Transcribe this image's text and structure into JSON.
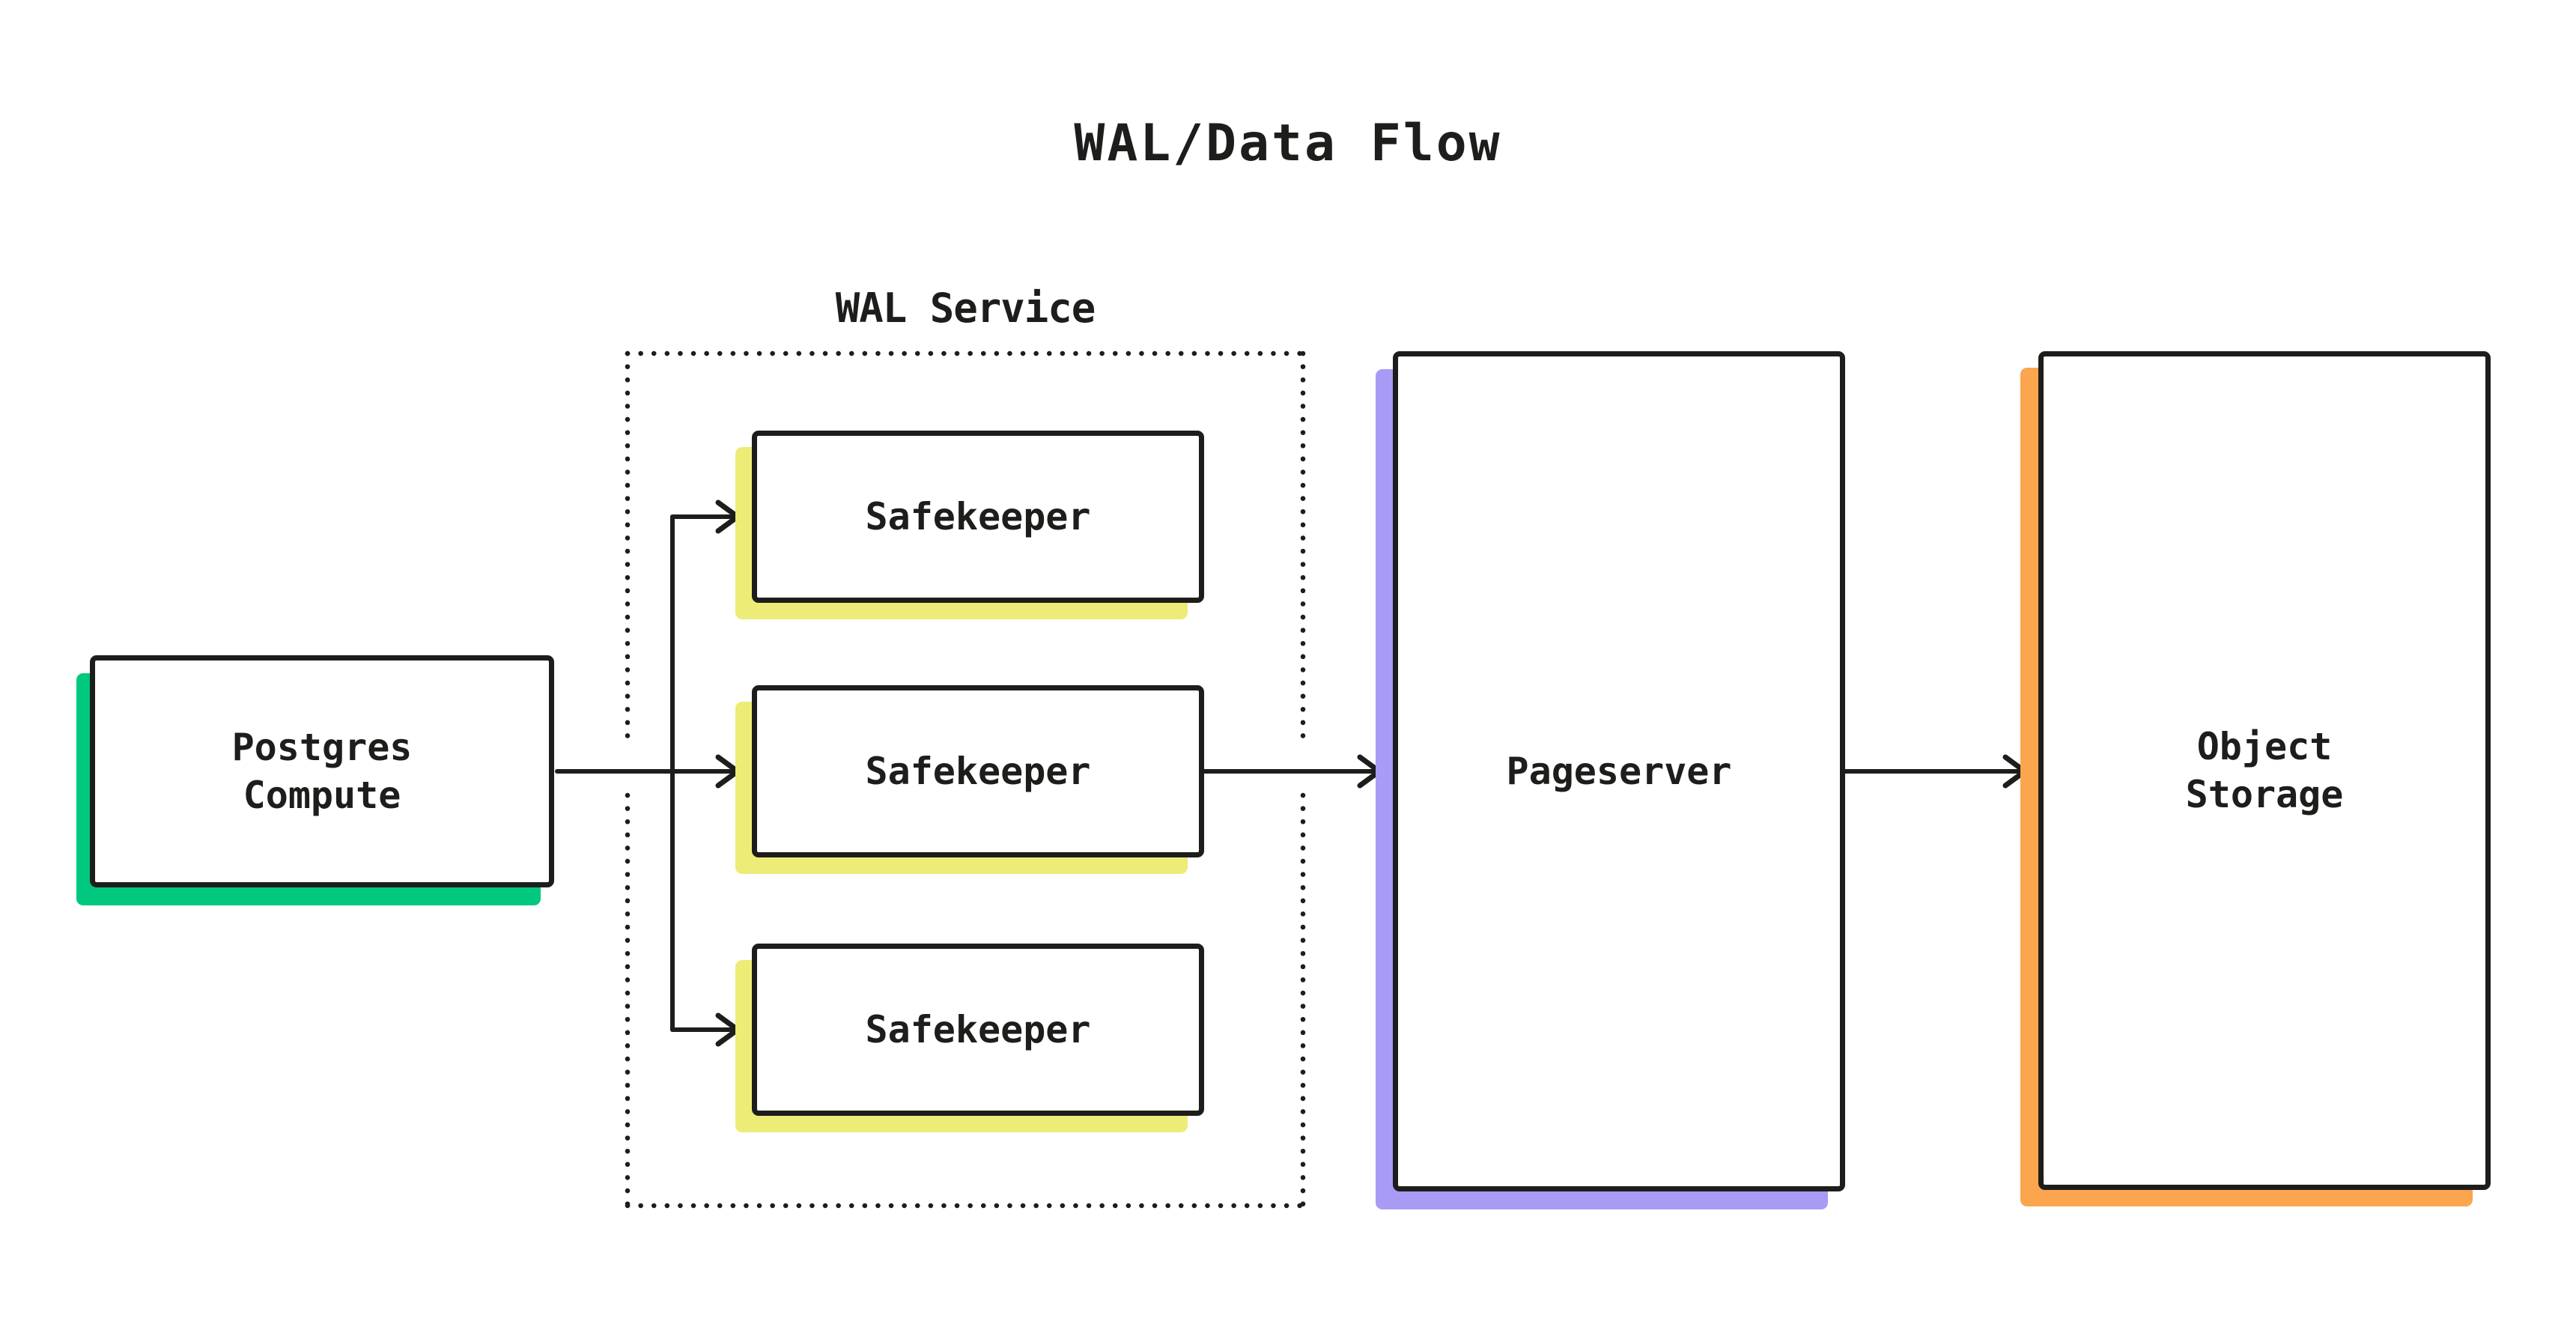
{
  "title": "WAL/Data Flow",
  "group": {
    "label": "WAL Service",
    "border_style": "dotted"
  },
  "nodes": {
    "postgres_compute": {
      "label": "Postgres\nCompute",
      "accent_color": "#00c87e"
    },
    "safekeeper_1": {
      "label": "Safekeeper",
      "accent_color": "#ecec77"
    },
    "safekeeper_2": {
      "label": "Safekeeper",
      "accent_color": "#ecec77"
    },
    "safekeeper_3": {
      "label": "Safekeeper",
      "accent_color": "#ecec77"
    },
    "pageserver": {
      "label": "Pageserver",
      "accent_color": "#a89bf6"
    },
    "object_storage": {
      "label": "Object\nStorage",
      "accent_color": "#fba54f"
    }
  },
  "edges": [
    {
      "from": "postgres_compute",
      "to": "safekeeper_1"
    },
    {
      "from": "postgres_compute",
      "to": "safekeeper_2"
    },
    {
      "from": "postgres_compute",
      "to": "safekeeper_3"
    },
    {
      "from": "safekeeper_2",
      "to": "pageserver"
    },
    {
      "from": "pageserver",
      "to": "object_storage"
    }
  ],
  "colors": {
    "ink": "#1d1d1b",
    "background": "#ffffff",
    "green": "#00c87e",
    "yellow": "#ecec77",
    "purple": "#a89bf6",
    "orange": "#fba54f"
  }
}
